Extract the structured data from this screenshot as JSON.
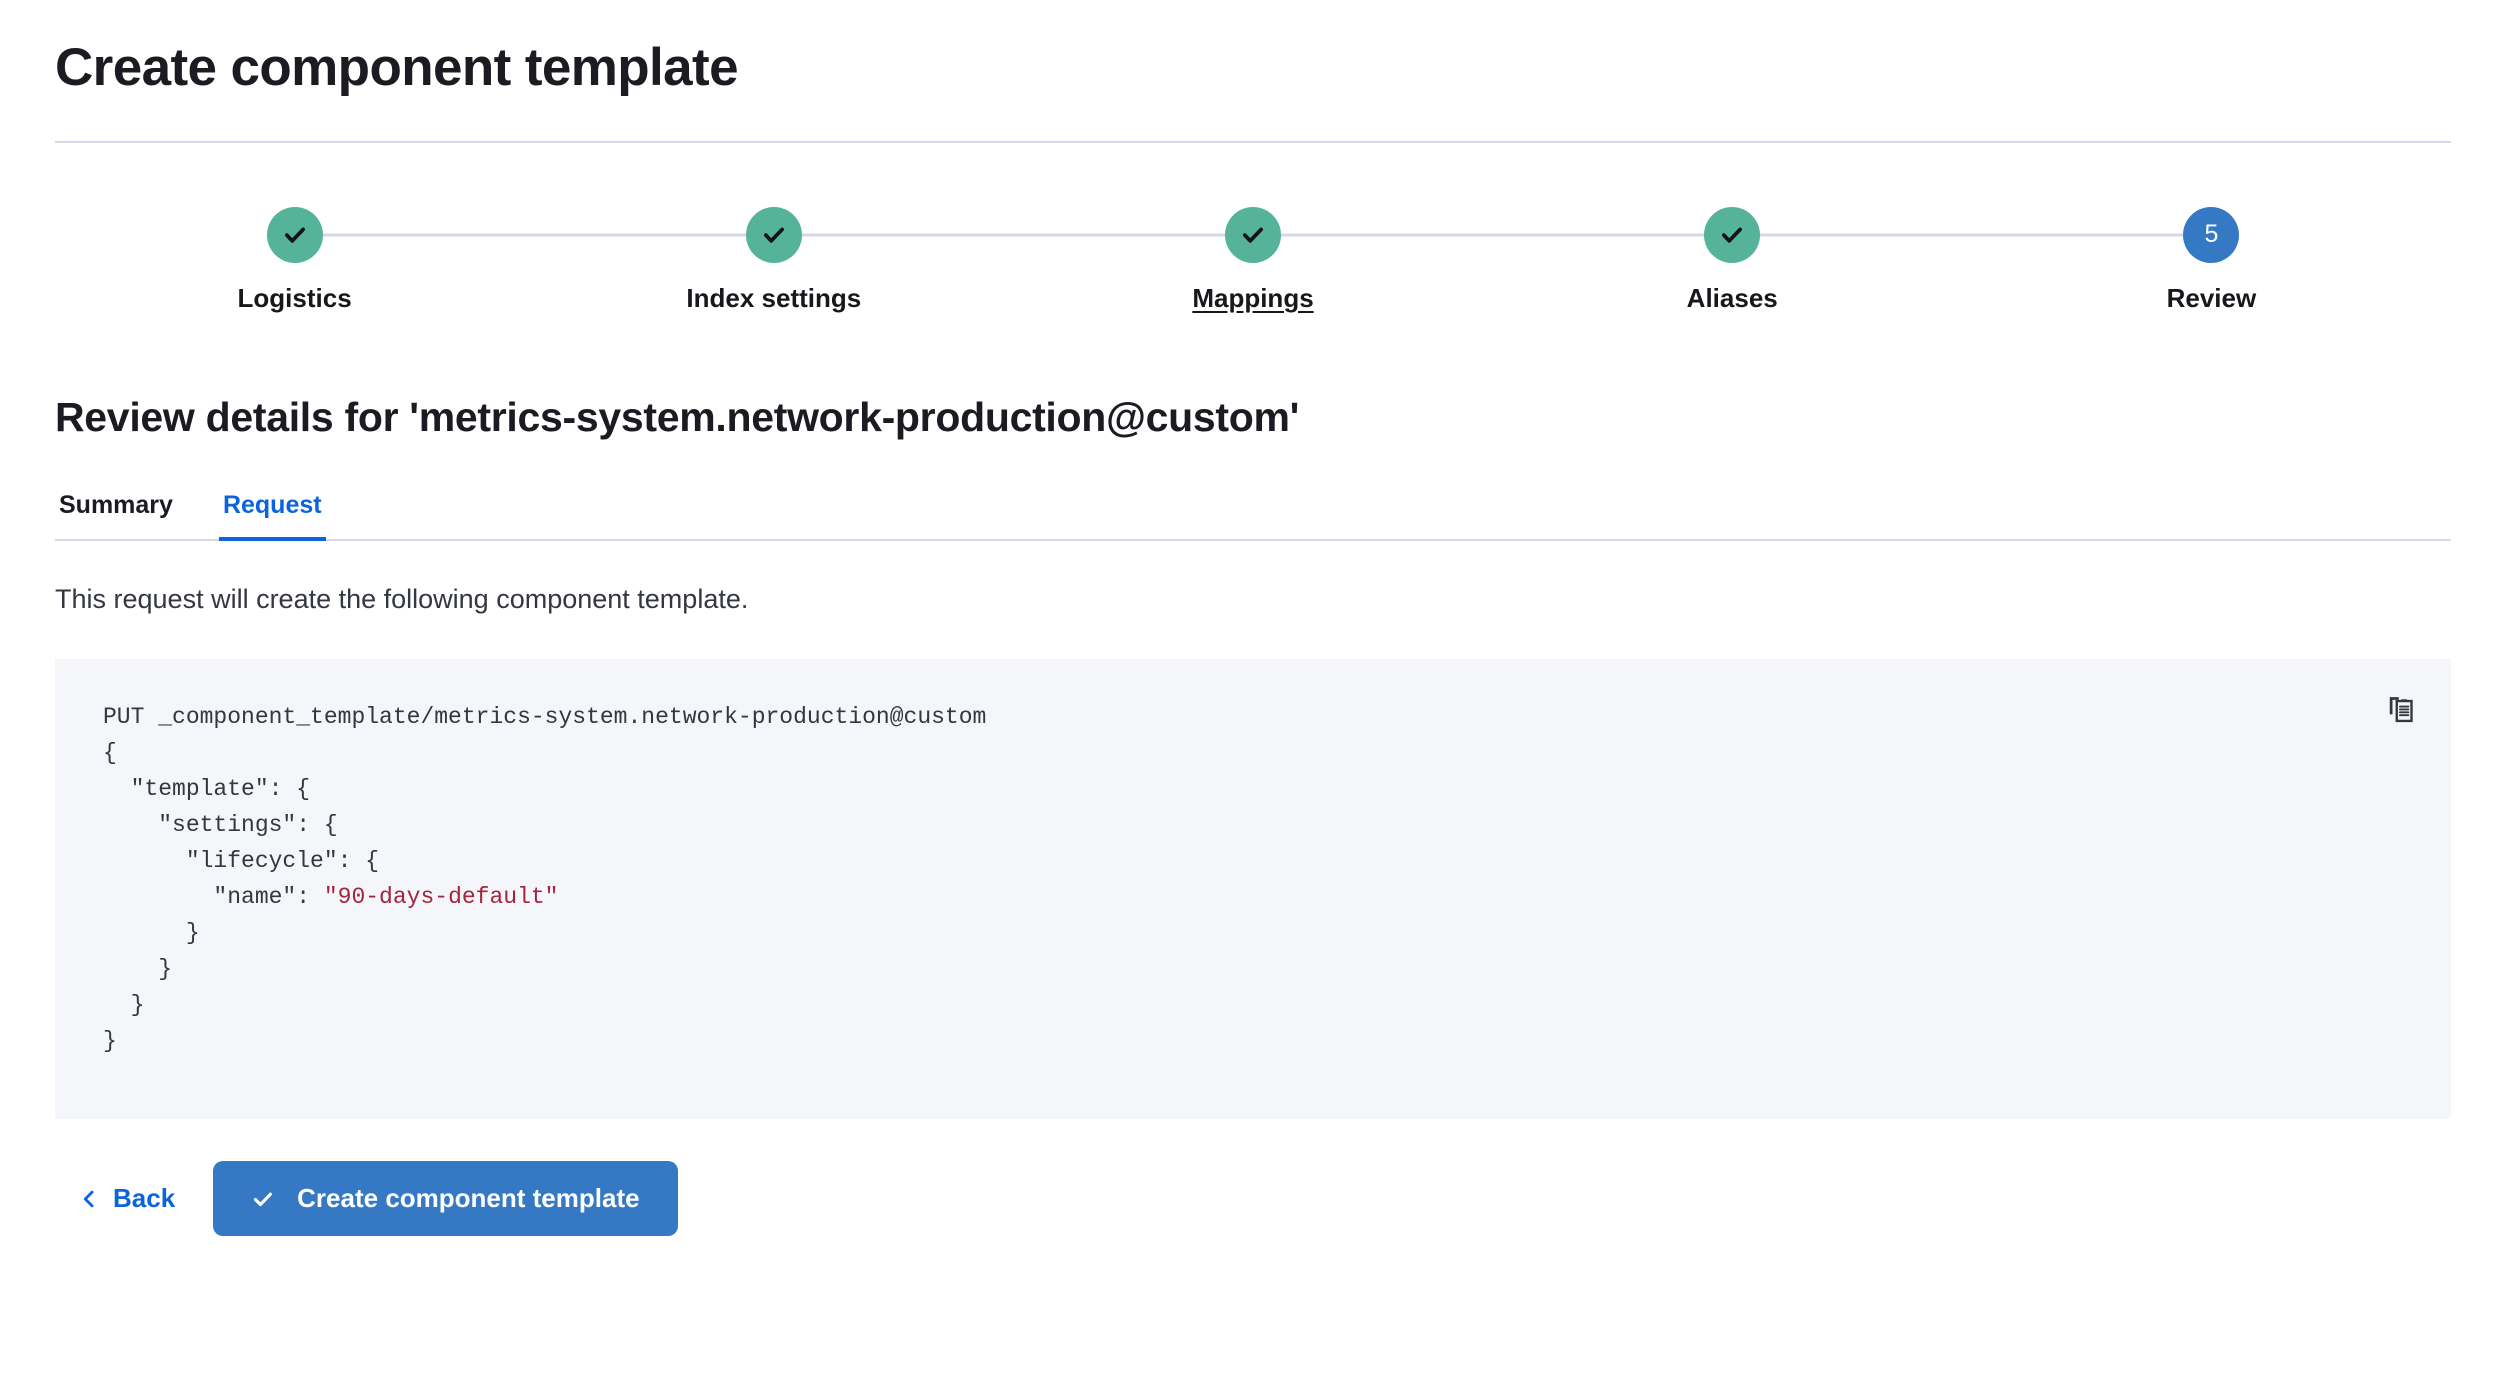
{
  "header": {
    "title": "Create component template"
  },
  "stepper": {
    "steps": [
      {
        "label": "Logistics",
        "state": "complete",
        "number": "1",
        "icon": "check-icon",
        "hovered": false
      },
      {
        "label": "Index settings",
        "state": "complete",
        "number": "2",
        "icon": "check-icon",
        "hovered": false
      },
      {
        "label": "Mappings",
        "state": "complete",
        "number": "3",
        "icon": "check-icon",
        "hovered": true
      },
      {
        "label": "Aliases",
        "state": "complete",
        "number": "4",
        "icon": "check-icon",
        "hovered": false
      },
      {
        "label": "Review",
        "state": "current",
        "number": "5",
        "icon": "step-number",
        "hovered": false
      }
    ]
  },
  "review": {
    "heading": "Review details for 'metrics-system.network-production@custom'",
    "tabs": [
      {
        "label": "Summary",
        "active": false
      },
      {
        "label": "Request",
        "active": true
      }
    ],
    "description": "This request will create the following component template.",
    "copy_icon": "copy-clipboard-icon",
    "request_lines": [
      {
        "text": "PUT _component_template/metrics-system.network-production@custom"
      },
      {
        "text": "{"
      },
      {
        "text": "  \"template\": {"
      },
      {
        "text": "    \"settings\": {"
      },
      {
        "text": "      \"lifecycle\": {"
      },
      {
        "pre": "        \"name\": ",
        "str": "\"90-days-default\""
      },
      {
        "text": "      }"
      },
      {
        "text": "    }"
      },
      {
        "text": "  }"
      },
      {
        "text": "}"
      }
    ]
  },
  "footer": {
    "back_label": "Back",
    "back_icon": "chevron-left-icon",
    "submit_label": "Create component template",
    "submit_icon": "check-icon"
  },
  "colors": {
    "complete_step": "#54b399",
    "current_step": "#3579c4",
    "link": "#0b64dd",
    "primary_button": "#3579c4",
    "code_background": "#f5f6fa",
    "code_string": "#a4243d",
    "divider": "#d3dae6"
  }
}
